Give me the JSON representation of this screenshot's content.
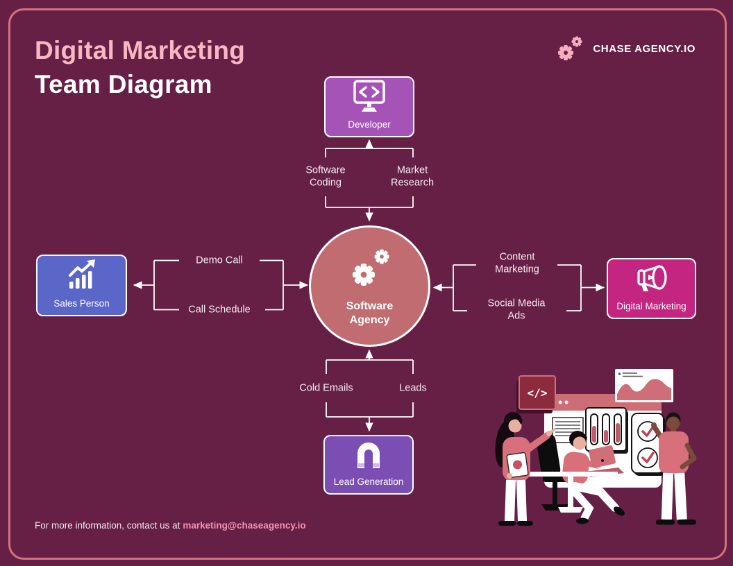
{
  "header": {
    "title_line1": "Digital Marketing",
    "title_line2": "Team Diagram",
    "brand": "CHASE AGENCY.IO"
  },
  "center": {
    "line1": "Software",
    "line2": "Agency"
  },
  "nodes": {
    "developer": {
      "label": "Developer",
      "color": "#a653b8",
      "icon": "code-monitor-icon"
    },
    "sales": {
      "label": "Sales Person",
      "color": "#5b67c8",
      "icon": "growth-chart-icon"
    },
    "digital": {
      "label": "Digital Marketing",
      "color": "#c32580",
      "icon": "megaphone-icon"
    },
    "lead": {
      "label": "Lead Generation",
      "color": "#7a4eb2",
      "icon": "magnet-icon"
    }
  },
  "links": {
    "top": {
      "label1": "Software Coding",
      "label2": "Market Research"
    },
    "left": {
      "label1": "Demo Call",
      "label2": "Call Schedule"
    },
    "right": {
      "label1": "Content Marketing",
      "label2": "Social Media Ads"
    },
    "bottom": {
      "label1": "Cold Emails",
      "label2": "Leads"
    }
  },
  "footer": {
    "text": "For more information, contact us at",
    "email": "marketing@chaseagency.io"
  },
  "colors": {
    "background": "#662045",
    "frame_border": "#d4737c",
    "title_accent": "#f8b7c3",
    "center_circle": "#c06c70",
    "connector_line": "#ffffff",
    "email_accent": "#ef94ae",
    "illustration_accent": "#d7707a"
  }
}
